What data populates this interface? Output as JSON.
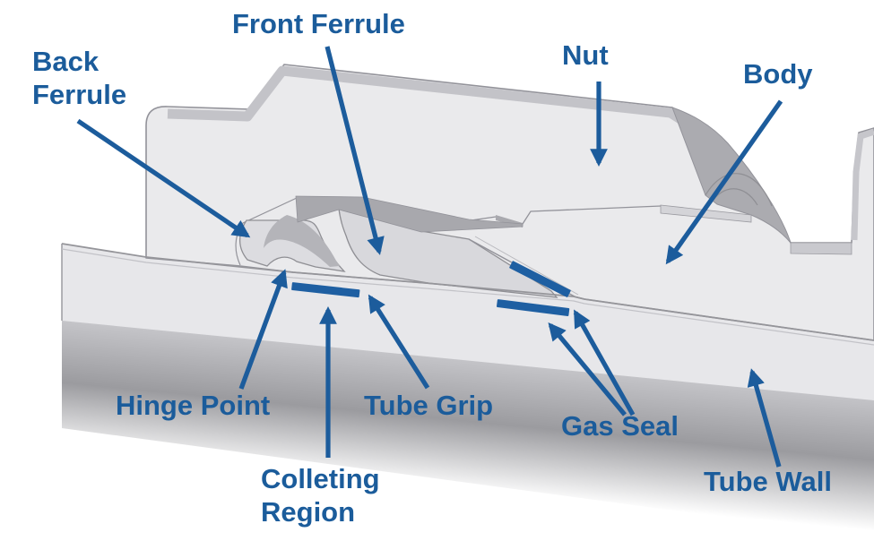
{
  "diagram": {
    "type": "technical-illustration",
    "subject": "tube-fitting-cross-section",
    "labels": {
      "back_ferrule": "Back Ferrule",
      "front_ferrule": "Front Ferrule",
      "nut": "Nut",
      "body": "Body",
      "hinge_point": "Hinge Point",
      "tube_grip": "Tube Grip",
      "gas_seal": "Gas Seal",
      "colleting_region": "Colleting Region",
      "tube_wall": "Tube Wall"
    },
    "colors": {
      "label_blue": "#1b5c9b",
      "arrow_blue": "#1c5c9c",
      "marker_bar_blue": "#1e5fa2",
      "metal_light": "#eaeaec",
      "metal_medium": "#c6c6cb",
      "metal_dark": "#ababb0",
      "outline_gray": "#93939a",
      "background": "#ffffff"
    }
  }
}
